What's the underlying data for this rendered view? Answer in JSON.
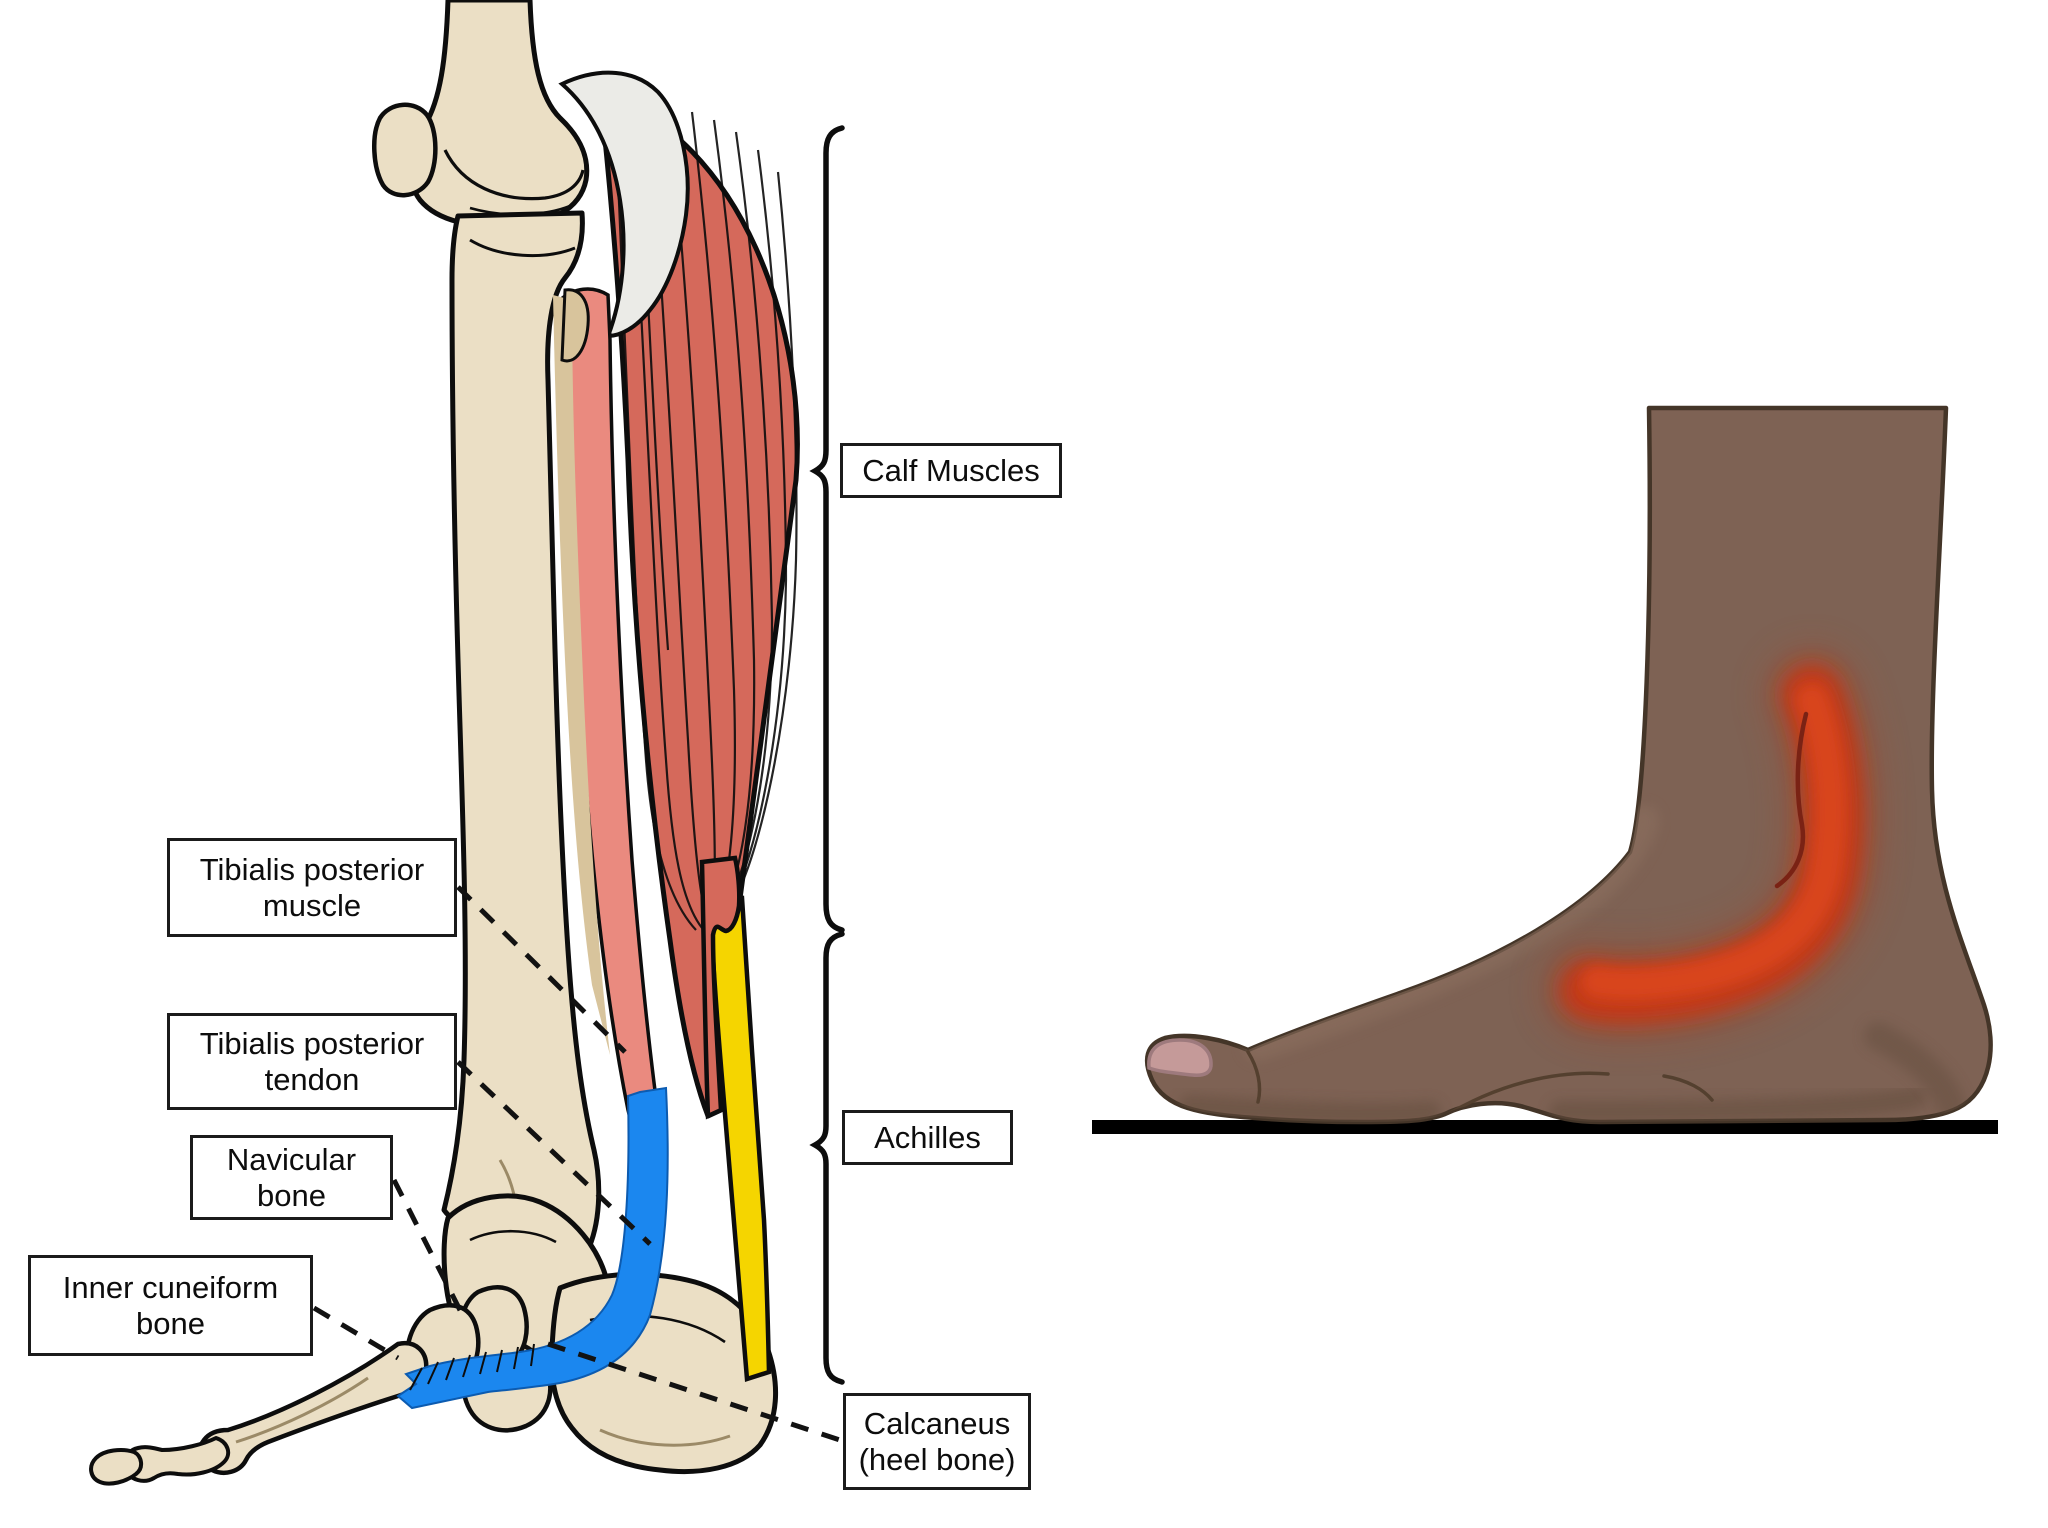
{
  "labels": {
    "calf_muscles": "Calf Muscles",
    "achilles": "Achilles",
    "tibialis_posterior_muscle": "Tibialis posterior muscle",
    "tibialis_posterior_tendon": "Tibialis posterior tendon",
    "navicular_bone": "Navicular bone",
    "inner_cuneiform_bone": "Inner cuneiform bone",
    "calcaneus_heel_bone": "Calcaneus (heel bone)"
  },
  "colors": {
    "muscle_red": "#d5695b",
    "tibialis_muscle_pink": "#ea8a7f",
    "achilles_yellow": "#f5d500",
    "tendon_blue": "#1b87ef",
    "bone": "#ebdfc5",
    "bone_shadow": "#d8c49c",
    "tendon_white": "#ebebe7",
    "outline_black": "#0d0d0d",
    "skin_brown": "#7e6254",
    "skin_outline": "#443528",
    "skin_highlight": "#8d7160",
    "skin_shadow": "#66503f",
    "inflammation_red": "#c63818",
    "inflammation_core": "#d8451d",
    "inflammation_line": "#7a2214",
    "toenail_pink": "#c59a99",
    "ground_black": "#000000"
  }
}
